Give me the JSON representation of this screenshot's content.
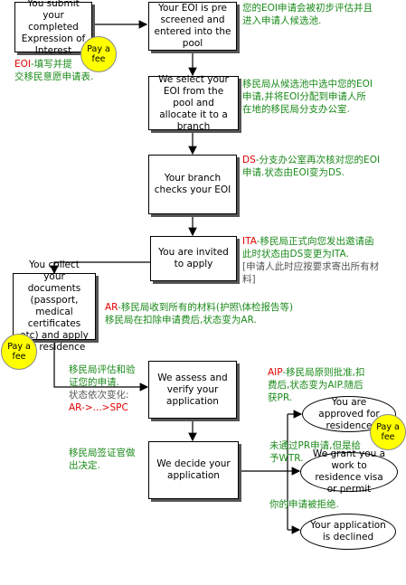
{
  "boxes": {
    "submit_eoi": "You submit your completed Expression of Interest",
    "pre_screened": "Your EOI is pre screened and entered into the pool",
    "select_eoi": "We select your EOI from the pool and allocate it to a branch",
    "branch_checks": "Your branch checks your EOI",
    "invited": "You are invited to apply",
    "collect_docs": "You collect your documents (passport, medical certificates etc) and apply for residence",
    "assess": "We assess and verify your application",
    "decide": "We decide your application"
  },
  "outcomes": {
    "approved": "You are approved for residence",
    "work_visa": "We grant you a work to residence visa or permit",
    "declined": "Your application is declined"
  },
  "fee_label": "Pay a fee",
  "notes": {
    "eoi_code": "EOI",
    "eoi_text_1": "-填写并提",
    "eoi_text_2": "交移民意愿申请表.",
    "pool_1": "您的EOI申请会被初步评估并且",
    "pool_2": "进入申请人候选池.",
    "branch_1": "移民局从候选池中选中您的EOI",
    "branch_2": "申请,并将EOI分配到申请人所",
    "branch_3": "在地的移民局分支办公室.",
    "ds_code": "DS",
    "ds_1": "-分支办公室再次核对您的EOI",
    "ds_2": "申请.状态由EOI变为DS.",
    "ita_code": "ITA",
    "ita_1": "-移民局正式向您发出邀请函",
    "ita_2": "此时状态由DS变更为ITA.",
    "ita_3": "[申请人此时应按要求寄出所有材",
    "ita_4": "料]",
    "ar_code": "AR",
    "ar_1": "-移民局收到所有的材料(护照\\体检报告等)",
    "ar_2": "移民局在扣除申请费后,状态变为AR.",
    "assess_1": "移民局评估和验",
    "assess_2": "证您的申请.",
    "assess_3": "状态依次变化:",
    "assess_4": "AR->...>SPC",
    "decide_1": "移民局签证官做",
    "decide_2": "出决定.",
    "aip_code": "AIP",
    "aip_1": "-移民局原则批准,扣",
    "aip_2": "费后,状态变为AIP.随后",
    "aip_3": "获PR.",
    "wtr_1": "未通过PR申请,但是给",
    "wtr_2": "予WTR.",
    "declined_1": "你的申请被拒绝."
  },
  "colors": {
    "green_text": "#1a8a1a",
    "red_code": "#e00000",
    "fee_fill": "#ffff00"
  }
}
